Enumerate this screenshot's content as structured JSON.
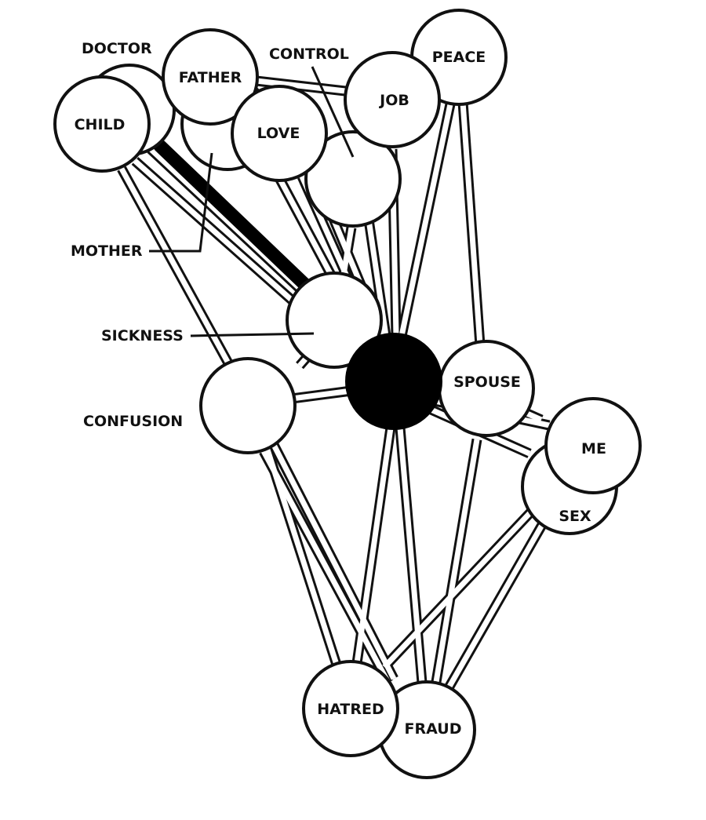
{
  "colors": {
    "ink": "#111111",
    "paper": "#ffffff",
    "center": "#000000",
    "strong_link": "#000000"
  },
  "nodes": {
    "center": "",
    "doctor": "DOCTOR",
    "father": "FATHER",
    "control": "CONTROL",
    "peace": "PEACE",
    "child": "CHILD",
    "job": "JOB",
    "love": "LOVE",
    "mother": "MOTHER",
    "sickness": "SICKNESS",
    "confusion": "CONFUSION",
    "spouse": "SPOUSE",
    "me": "ME",
    "sex": "SEX",
    "hatred": "HATRED",
    "fraud": "FRAUD"
  }
}
